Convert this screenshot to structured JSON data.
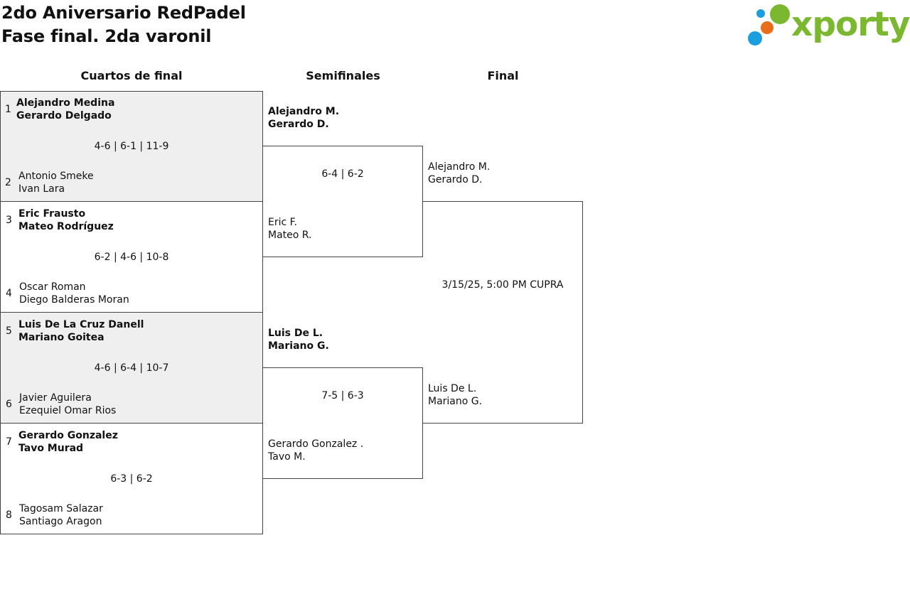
{
  "header": {
    "title": "2do Aniversario RedPadel",
    "subtitle": "Fase final. 2da varonil"
  },
  "logo": {
    "text": "xporty",
    "color": "#7cb82f",
    "dot_colors": [
      "#7cb82f",
      "#e86e1c",
      "#1a9ee0"
    ]
  },
  "rounds": {
    "quarterfinals": "Cuartos de final",
    "semifinals": "Semifinales",
    "final": "Final"
  },
  "quarterfinals": [
    {
      "top": {
        "seed": "1",
        "p1": "Alejandro Medina",
        "p2": "Gerardo Delgado"
      },
      "score": "4-6 | 6-1 | 11-9",
      "bottom": {
        "seed": "2",
        "p1": "Antonio Smeke",
        "p2": "Ivan Lara"
      }
    },
    {
      "top": {
        "seed": "3",
        "p1": "Eric Frausto",
        "p2": "Mateo Rodríguez"
      },
      "score": "6-2 | 4-6 | 10-8",
      "bottom": {
        "seed": "4",
        "p1": "Oscar Roman",
        "p2": "Diego Balderas Moran"
      }
    },
    {
      "top": {
        "seed": "5",
        "p1": "Luis De La Cruz Danell",
        "p2": "Mariano Goitea"
      },
      "score": "4-6 | 6-4 | 10-7",
      "bottom": {
        "seed": "6",
        "p1": "Javier Aguilera",
        "p2": "Ezequiel Omar Rios"
      }
    },
    {
      "top": {
        "seed": "7",
        "p1": "Gerardo Gonzalez",
        "p2": "Tavo Murad"
      },
      "score": "6-3 | 6-2",
      "bottom": {
        "seed": "8",
        "p1": "Tagosam Salazar",
        "p2": "Santiago Aragon"
      }
    }
  ],
  "semifinals": [
    {
      "top": {
        "p1": "Alejandro M.",
        "p2": "Gerardo D."
      },
      "score": "6-4 | 6-2",
      "bottom": {
        "p1": "Eric F.",
        "p2": "Mateo R."
      }
    },
    {
      "top": {
        "p1": "Luis De L.",
        "p2": "Mariano G."
      },
      "score": "7-5 | 6-3",
      "bottom": {
        "p1": "Gerardo Gonzalez .",
        "p2": "Tavo M."
      }
    }
  ],
  "final": {
    "top": {
      "p1": "Alejandro M.",
      "p2": "Gerardo D."
    },
    "schedule": "3/15/25, 5:00 PM CUPRA",
    "bottom": {
      "p1": "Luis De L.",
      "p2": "Mariano G."
    }
  }
}
